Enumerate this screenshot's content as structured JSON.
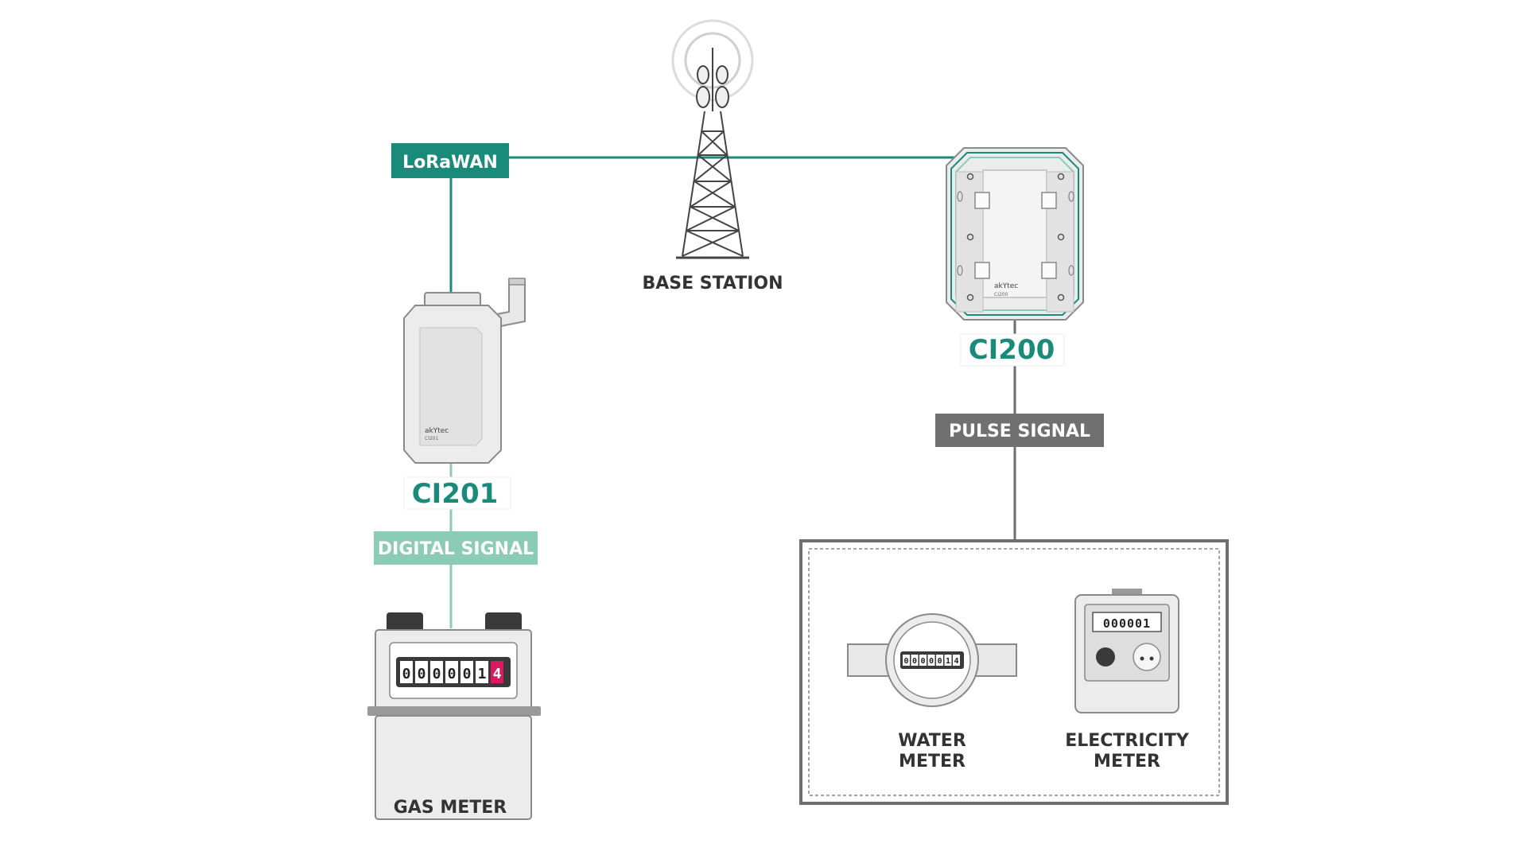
{
  "labels": {
    "lorawan": "LoRaWAN",
    "base_station": "BASE STATION",
    "ci200": "CI200",
    "ci201": "CI201",
    "pulse_signal": "PULSE SIGNAL",
    "digital_signal": "DIGITAL SIGNAL",
    "gas_meter": "GAS METER",
    "water_meter_line1": "WATER",
    "water_meter_line2": "METER",
    "electricity_meter_line1": "ELECTRICITY",
    "electricity_meter_line2": "METER"
  },
  "devices": {
    "brand": "akYtec",
    "ci200_model": "CI200",
    "ci201_model": "CI201"
  },
  "counters": {
    "gas": [
      "0",
      "0",
      "0",
      "0",
      "0",
      "1",
      "4"
    ],
    "water": [
      "0",
      "0",
      "0",
      "0",
      "0",
      "1",
      "4"
    ],
    "electricity": "000001"
  },
  "colors": {
    "teal": "#1a8a7a",
    "light_teal": "#8ccbb5",
    "gray_tag": "#707070",
    "line_gray": "#6e6e6e",
    "highlight_digit": "#d81b60"
  }
}
